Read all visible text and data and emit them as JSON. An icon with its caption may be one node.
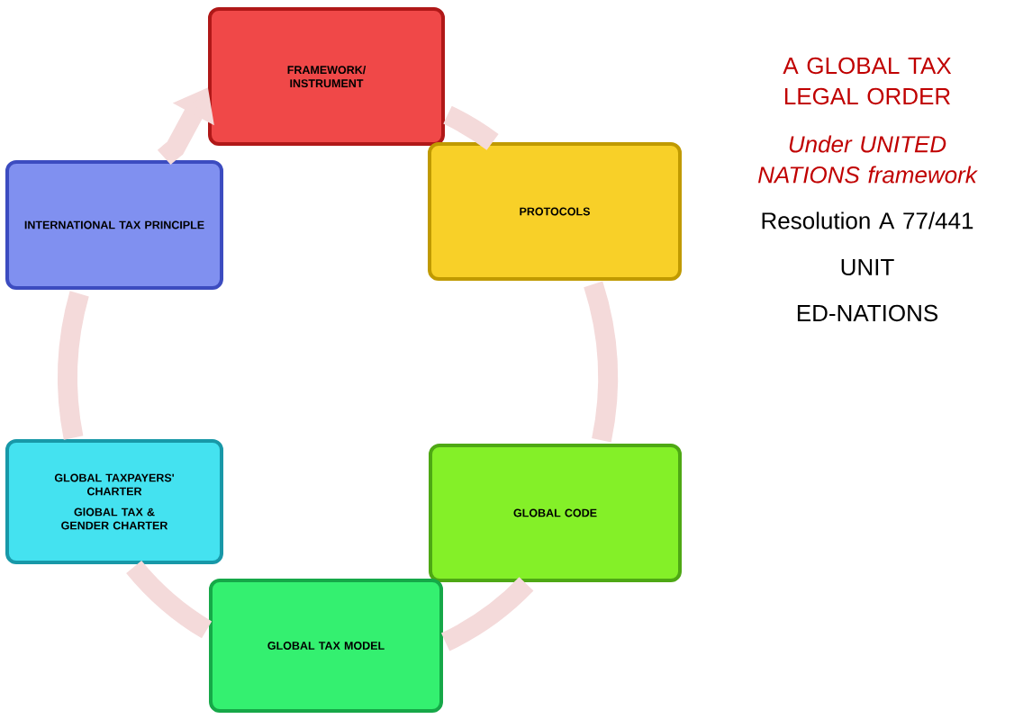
{
  "diagram": {
    "nodes": [
      {
        "text": [
          "FRAMEWORK/ INSTRUMENT"
        ]
      },
      {
        "text": [
          "PROTOCOLS"
        ]
      },
      {
        "text": [
          "GLOBAL CODE"
        ]
      },
      {
        "text": [
          "GLOBAL TAX MODEL"
        ]
      },
      {
        "text": [
          "GLOBAL TAXPAYERS' CHARTER",
          "GlOBAL TAX & GENDER CHARTER"
        ]
      },
      {
        "text": [
          "INTERNATIONAL TAX PRINCIPLE"
        ]
      }
    ],
    "edges": [
      {
        "from": 0,
        "to": 1,
        "arrow": "none"
      },
      {
        "from": 1,
        "to": 2,
        "arrow": "none"
      },
      {
        "from": 2,
        "to": 3,
        "arrow": "none"
      },
      {
        "from": 3,
        "to": 4,
        "arrow": "none"
      },
      {
        "from": 4,
        "to": 5,
        "arrow": "none"
      },
      {
        "from": 5,
        "to": 0,
        "arrow": "to"
      }
    ],
    "labels": [
      "A GLOBAL TAX LEGAL ORDER",
      "Under UNITED NATIONS framework",
      "Resolution A 77/441",
      "UNIT",
      "ED-NATIONS"
    ]
  }
}
